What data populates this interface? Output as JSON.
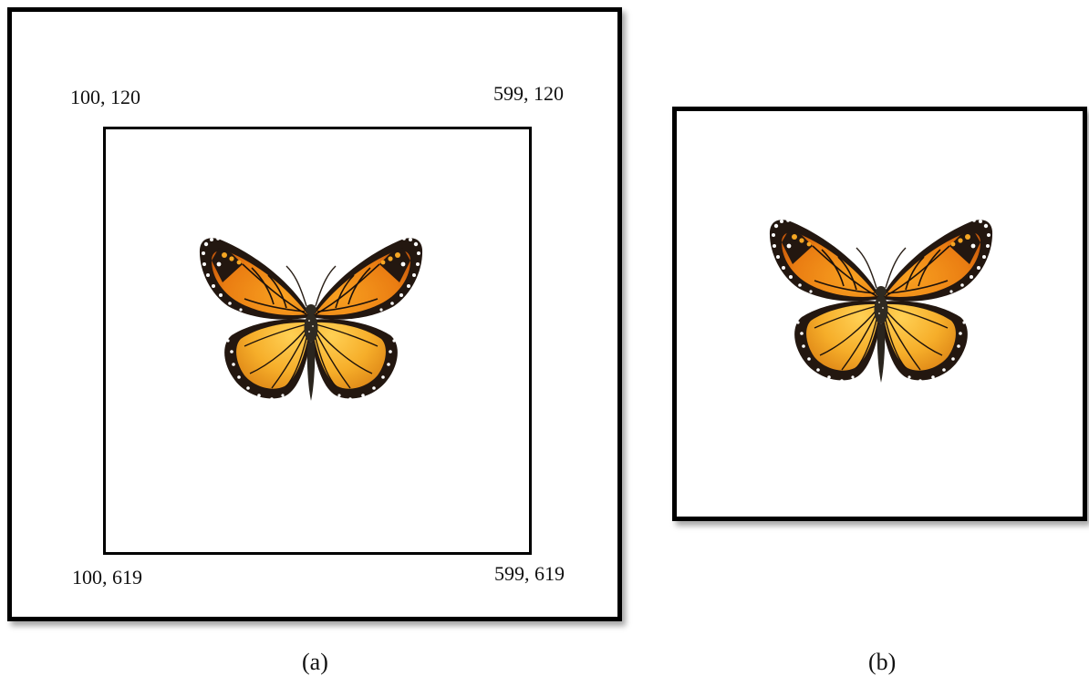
{
  "panel_a": {
    "coords": {
      "top_left": "100, 120",
      "top_right": "599, 120",
      "bottom_left": "100, 619",
      "bottom_right": "599, 619"
    },
    "caption": "(a)"
  },
  "panel_b": {
    "caption": "(b)"
  },
  "colors": {
    "frame": "#000000",
    "wing_orange": "#f0961e",
    "wing_light": "#f8c040",
    "wing_border": "#231710",
    "spots": "#ffffff",
    "body": "#2f2a22"
  },
  "icons": [
    "monarch-butterfly-image"
  ]
}
